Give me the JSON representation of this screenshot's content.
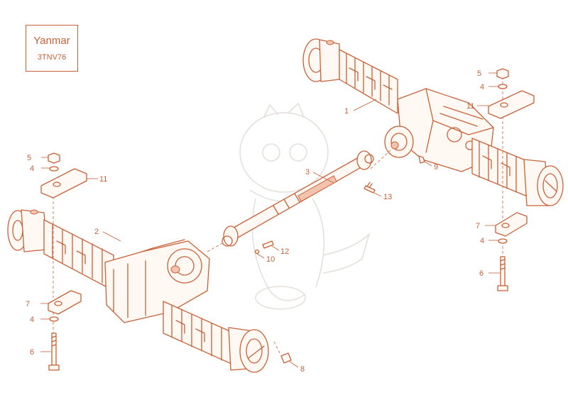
{
  "title_block": {
    "brand": "Yanmar",
    "model": "3TNV76"
  },
  "callouts": {
    "c1": "1",
    "c2": "2",
    "c3": "3",
    "c4a": "4",
    "c4b": "4",
    "c4c": "4",
    "c4d": "4",
    "c5a": "5",
    "c5b": "5",
    "c6a": "6",
    "c6b": "6",
    "c7a": "7",
    "c7b": "7",
    "c8": "8",
    "c9": "9",
    "c10": "10",
    "c11a": "11",
    "c11b": "11",
    "c12": "12",
    "c13": "13"
  },
  "colors": {
    "line": "#c8623a",
    "accent_fill": "#f2c4ad",
    "watermark": "#e6e0dc"
  }
}
